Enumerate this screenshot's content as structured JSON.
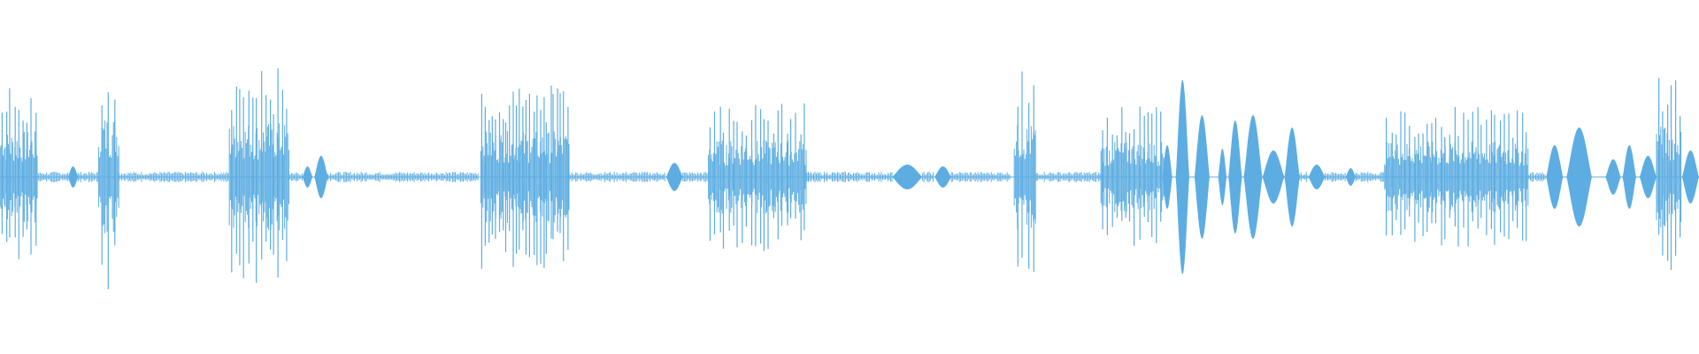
{
  "waveform": {
    "color": "#5dade2",
    "background": "#ffffff",
    "segments": [
      {
        "kind": "burst",
        "start": 0.0,
        "end": 0.022,
        "amp": 0.52,
        "lines": 9
      },
      {
        "kind": "noise",
        "start": 0.022,
        "end": 0.04,
        "amp": 0.03
      },
      {
        "kind": "blob",
        "start": 0.04,
        "end": 0.046,
        "amp": 0.06
      },
      {
        "kind": "noise",
        "start": 0.046,
        "end": 0.058,
        "amp": 0.03
      },
      {
        "kind": "burst",
        "start": 0.058,
        "end": 0.07,
        "amp": 0.7,
        "lines": 3
      },
      {
        "kind": "noise",
        "start": 0.07,
        "end": 0.135,
        "amp": 0.03
      },
      {
        "kind": "burst",
        "start": 0.135,
        "end": 0.17,
        "amp": 0.62,
        "lines": 14
      },
      {
        "kind": "noise",
        "start": 0.17,
        "end": 0.178,
        "amp": 0.03
      },
      {
        "kind": "blob",
        "start": 0.178,
        "end": 0.184,
        "amp": 0.06
      },
      {
        "kind": "blob",
        "start": 0.185,
        "end": 0.193,
        "amp": 0.12
      },
      {
        "kind": "noise",
        "start": 0.193,
        "end": 0.282,
        "amp": 0.03
      },
      {
        "kind": "burst",
        "start": 0.283,
        "end": 0.335,
        "amp": 0.52,
        "lines": 26
      },
      {
        "kind": "noise",
        "start": 0.335,
        "end": 0.392,
        "amp": 0.03
      },
      {
        "kind": "blob",
        "start": 0.392,
        "end": 0.402,
        "amp": 0.08
      },
      {
        "kind": "noise",
        "start": 0.402,
        "end": 0.417,
        "amp": 0.03
      },
      {
        "kind": "burst",
        "start": 0.417,
        "end": 0.475,
        "amp": 0.42,
        "lines": 22
      },
      {
        "kind": "noise",
        "start": 0.475,
        "end": 0.525,
        "amp": 0.03
      },
      {
        "kind": "blob",
        "start": 0.525,
        "end": 0.543,
        "amp": 0.07
      },
      {
        "kind": "noise",
        "start": 0.543,
        "end": 0.55,
        "amp": 0.03
      },
      {
        "kind": "blob",
        "start": 0.55,
        "end": 0.56,
        "amp": 0.06
      },
      {
        "kind": "noise",
        "start": 0.56,
        "end": 0.595,
        "amp": 0.03
      },
      {
        "kind": "burst",
        "start": 0.597,
        "end": 0.61,
        "amp": 0.6,
        "lines": 4
      },
      {
        "kind": "noise",
        "start": 0.61,
        "end": 0.648,
        "amp": 0.03
      },
      {
        "kind": "burst",
        "start": 0.648,
        "end": 0.685,
        "amp": 0.4,
        "lines": 14
      },
      {
        "kind": "blob",
        "start": 0.684,
        "end": 0.69,
        "amp": 0.18
      },
      {
        "kind": "blob",
        "start": 0.692,
        "end": 0.7,
        "amp": 0.55
      },
      {
        "kind": "blob",
        "start": 0.703,
        "end": 0.712,
        "amp": 0.35
      },
      {
        "kind": "blob",
        "start": 0.717,
        "end": 0.722,
        "amp": 0.16
      },
      {
        "kind": "blob",
        "start": 0.723,
        "end": 0.731,
        "amp": 0.32
      },
      {
        "kind": "blob",
        "start": 0.732,
        "end": 0.743,
        "amp": 0.35
      },
      {
        "kind": "blob",
        "start": 0.743,
        "end": 0.756,
        "amp": 0.15
      },
      {
        "kind": "blob",
        "start": 0.756,
        "end": 0.765,
        "amp": 0.28
      },
      {
        "kind": "noise",
        "start": 0.765,
        "end": 0.77,
        "amp": 0.03
      },
      {
        "kind": "blob",
        "start": 0.77,
        "end": 0.78,
        "amp": 0.07
      },
      {
        "kind": "noise",
        "start": 0.78,
        "end": 0.792,
        "amp": 0.03
      },
      {
        "kind": "blob",
        "start": 0.792,
        "end": 0.798,
        "amp": 0.05
      },
      {
        "kind": "noise",
        "start": 0.798,
        "end": 0.815,
        "amp": 0.03
      },
      {
        "kind": "burst",
        "start": 0.815,
        "end": 0.9,
        "amp": 0.4,
        "lines": 32
      },
      {
        "kind": "noise",
        "start": 0.9,
        "end": 0.91,
        "amp": 0.03
      },
      {
        "kind": "blob",
        "start": 0.91,
        "end": 0.92,
        "amp": 0.18
      },
      {
        "kind": "blob",
        "start": 0.922,
        "end": 0.937,
        "amp": 0.28
      },
      {
        "kind": "blob",
        "start": 0.945,
        "end": 0.954,
        "amp": 0.1
      },
      {
        "kind": "blob",
        "start": 0.955,
        "end": 0.963,
        "amp": 0.18
      },
      {
        "kind": "blob",
        "start": 0.965,
        "end": 0.975,
        "amp": 0.12
      },
      {
        "kind": "burst",
        "start": 0.975,
        "end": 0.99,
        "amp": 0.58,
        "lines": 6
      },
      {
        "kind": "blob",
        "start": 0.99,
        "end": 1.0,
        "amp": 0.15
      }
    ]
  }
}
